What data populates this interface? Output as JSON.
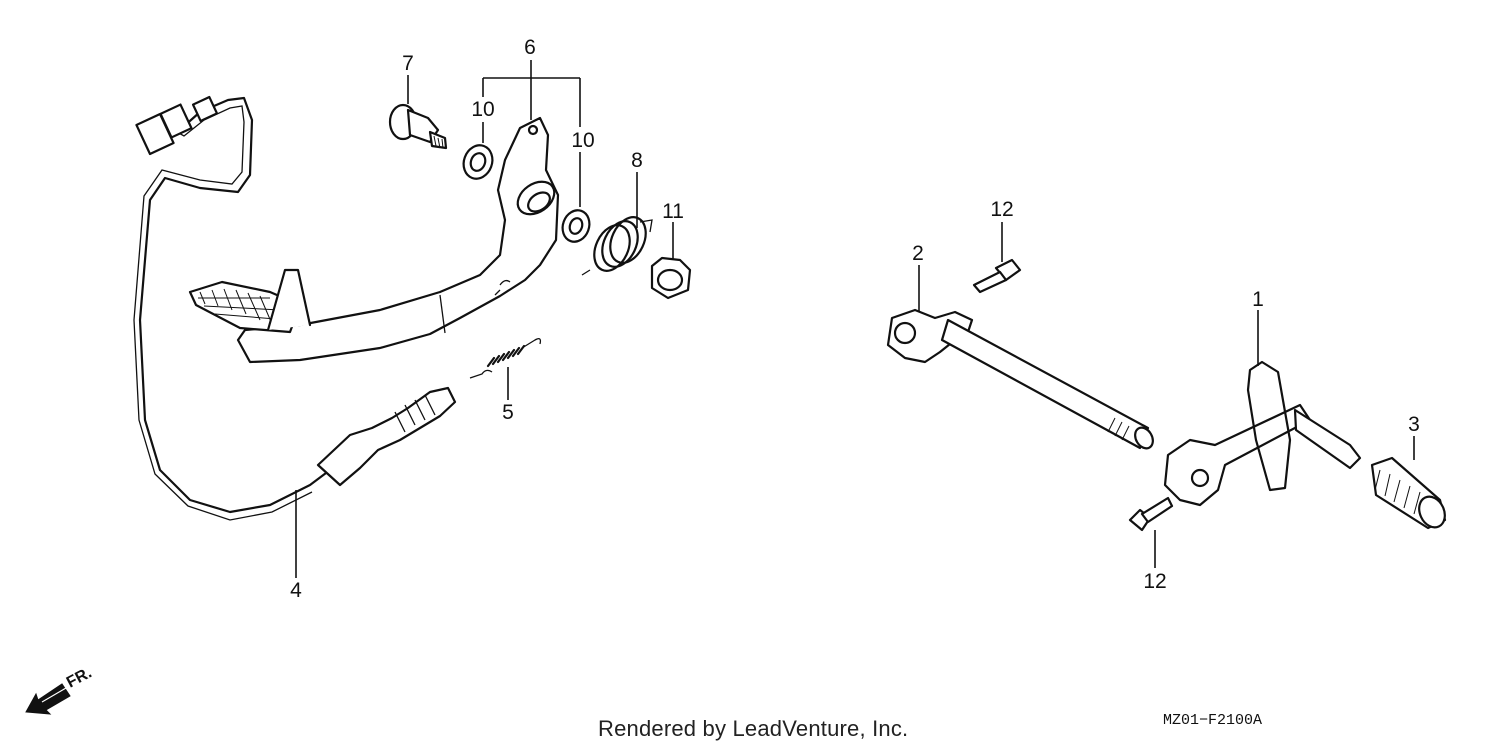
{
  "callouts": {
    "c1": "1",
    "c2": "2",
    "c3": "3",
    "c4": "4",
    "c5": "5",
    "c6": "6",
    "c7": "7",
    "c8": "8",
    "c10a": "10",
    "c10b": "10",
    "c11": "11",
    "c12a": "12",
    "c12b": "12"
  },
  "front_indicator": "FR.",
  "credit": "Rendered by LeadVenture, Inc.",
  "diagram_code": "MZ01−F2100A"
}
